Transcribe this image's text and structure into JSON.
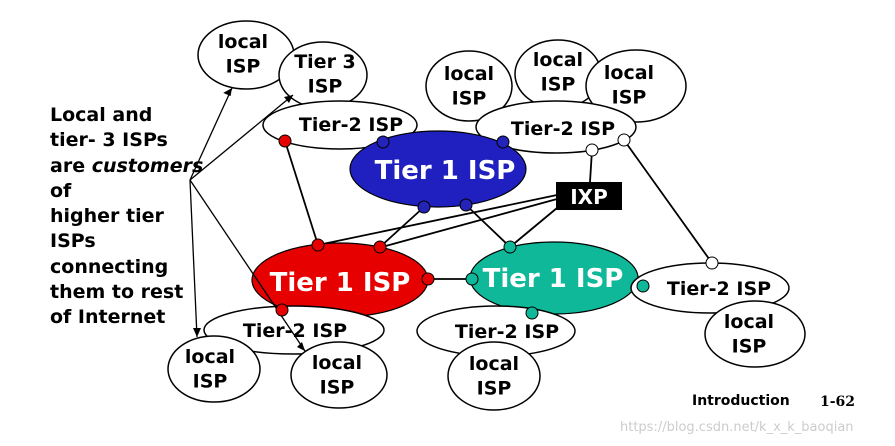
{
  "caption": {
    "line1": "Local and",
    "line2": "tier- 3 ISPs",
    "line3_prefix": "are ",
    "line3_emph": "customers",
    "line4": "of",
    "line5": "higher tier",
    "line6": "ISPs",
    "line7": "connecting",
    "line8": "them to rest",
    "line9": "of Internet"
  },
  "nodes": {
    "local_top_left": "local\nISP",
    "tier3": "Tier 3\nISP",
    "tier2_top_left": "Tier-2 ISP",
    "local_top_1": "local\nISP",
    "local_top_2": "local\nISP",
    "local_top_3": "local\nISP",
    "tier2_top_right": "Tier-2 ISP",
    "tier1_blue": "Tier 1 ISP",
    "ixp": "IXP",
    "tier1_red": "Tier 1 ISP",
    "tier1_green": "Tier 1 ISP",
    "tier2_right": "Tier-2 ISP",
    "local_right": "local\nISP",
    "tier2_bottom_left": "Tier-2 ISP",
    "local_bottom_left_1": "local\nISP",
    "local_bottom_left_2": "local\nISP",
    "tier2_bottom_mid": "Tier-2 ISP",
    "local_bottom_mid": "local\nISP"
  },
  "colors": {
    "tier1_blue": "#2020c0",
    "tier1_red": "#e60000",
    "tier1_green": "#10b89a",
    "ixp": "#000000",
    "dot_blue": "#2424b8",
    "dot_red": "#e60000",
    "dot_green": "#10b89a",
    "dot_white": "#ffffff"
  },
  "footer": {
    "section": "Introduction",
    "page": "1-62"
  },
  "watermark": "https://blog.csdn.net/k_x_k_baoqian"
}
